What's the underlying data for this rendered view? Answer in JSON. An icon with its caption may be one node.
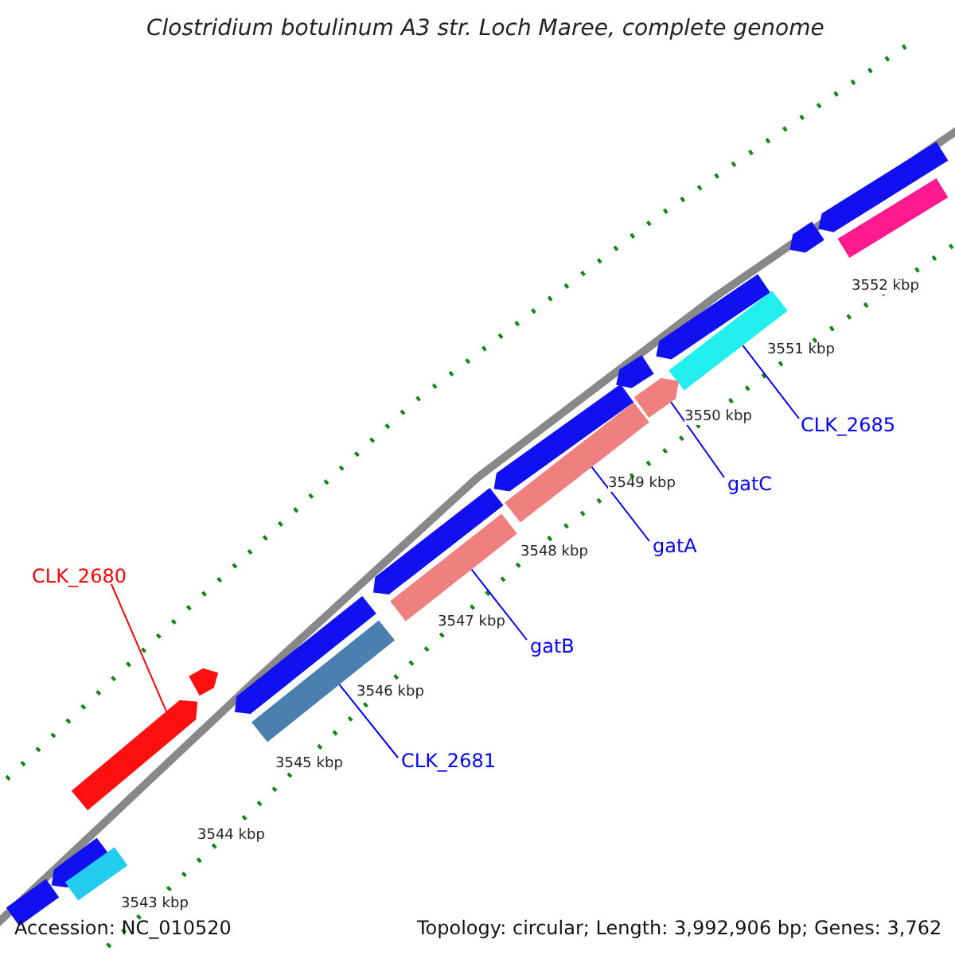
{
  "diagram": {
    "title": "Clostridium botulinum A3 str. Loch Maree, complete genome",
    "nodes": [
      {
        "text": [
          "CLK_2685"
        ]
      },
      {
        "text": [
          "gatC"
        ]
      },
      {
        "text": [
          "gatA"
        ]
      },
      {
        "text": [
          "CLK_2680"
        ]
      },
      {
        "text": [
          "gatB"
        ]
      },
      {
        "text": [
          "CLK_2681"
        ]
      },
      {
        "text": [],
        "shape": "bar"
      },
      {
        "text": [],
        "shape": "bar"
      },
      {
        "text": [],
        "shape": "bar"
      },
      {
        "text": [],
        "shape": "bar"
      },
      {
        "text": [],
        "shape": "bar"
      },
      {
        "text": [],
        "shape": "bar"
      },
      {
        "text": [],
        "shape": "bar"
      },
      {
        "text": [],
        "shape": "bar"
      },
      {
        "text": [],
        "shape": "bar"
      },
      {
        "text": [],
        "shape": "bar"
      },
      {
        "text": [],
        "shape": "bar"
      },
      {
        "text": [],
        "shape": "bar"
      },
      {
        "text": [],
        "shape": "bar"
      },
      {
        "text": [],
        "shape": "bar"
      },
      {
        "text": [],
        "shape": "bar"
      },
      {
        "text": [],
        "shape": "bar"
      },
      {
        "text": [],
        "shape": "bar"
      },
      {
        "text": [],
        "shape": "bar"
      }
    ],
    "edges": [
      {
        "from": 0,
        "to": 6,
        "arrow": "none"
      },
      {
        "from": 1,
        "to": 7,
        "arrow": "none"
      },
      {
        "from": 2,
        "to": 8,
        "arrow": "none"
      },
      {
        "from": 3,
        "to": 9,
        "arrow": "none",
        "color": "#ff0000"
      },
      {
        "from": 4,
        "to": 10,
        "arrow": "none"
      },
      {
        "from": 5,
        "to": 11,
        "arrow": "none"
      }
    ],
    "labels": [
      "3552 kbp",
      "3551 kbp",
      "3550 kbp",
      "3549 kbp",
      "3548 kbp",
      "3547 kbp",
      "3546 kbp",
      "3545 kbp",
      "3544 kbp",
      "3543 kbp",
      "Accession: NC_010520",
      "Topology: circular; Length: 3,992,906 bp; Genes: 3,762"
    ]
  }
}
